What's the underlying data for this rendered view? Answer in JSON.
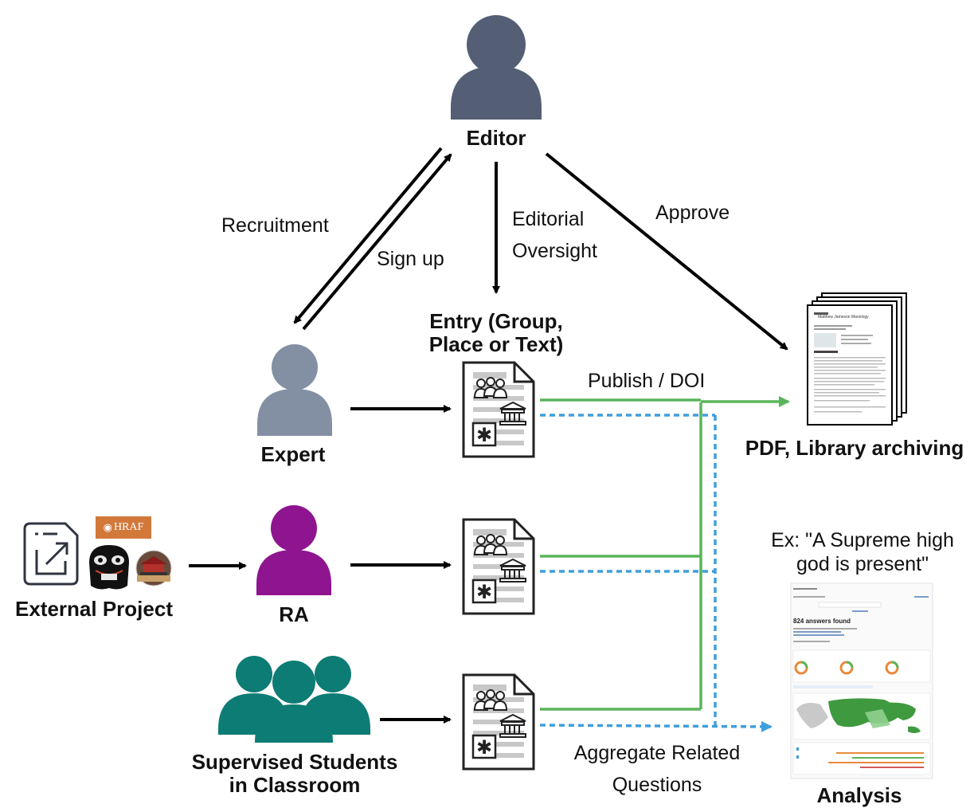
{
  "nodes": {
    "editor": "Editor",
    "expert": "Expert",
    "ra": "RA",
    "students_line1": "Supervised Students",
    "students_line2": "in Classroom",
    "external": "External Project",
    "entry_line1": "Entry (Group,",
    "entry_line2": "Place or Text)",
    "pdf": "PDF, Library archiving",
    "analysis": "Analysis",
    "hraf_logo": "HRAF"
  },
  "edges": {
    "recruitment": "Recruitment",
    "signup": "Sign up",
    "oversight_line1": "Editorial",
    "oversight_line2": "Oversight",
    "approve": "Approve",
    "publish": "Publish / DOI",
    "aggregate_line1": "Aggregate Related",
    "aggregate_line2": "Questions"
  },
  "example": {
    "line1": "Ex: \"A Supreme high",
    "line2": "god is present\""
  },
  "thumbnails": {
    "pdf_title": "Matthew Jameson Mariology",
    "analysis_count": "824 answers found"
  },
  "colors": {
    "editor": "#545e74",
    "expert": "#8390a4",
    "ra": "#8e1490",
    "students": "#0d7c74",
    "green": "#5ab55a",
    "blue": "#3f9fdc",
    "hraf": "#d2793a"
  }
}
